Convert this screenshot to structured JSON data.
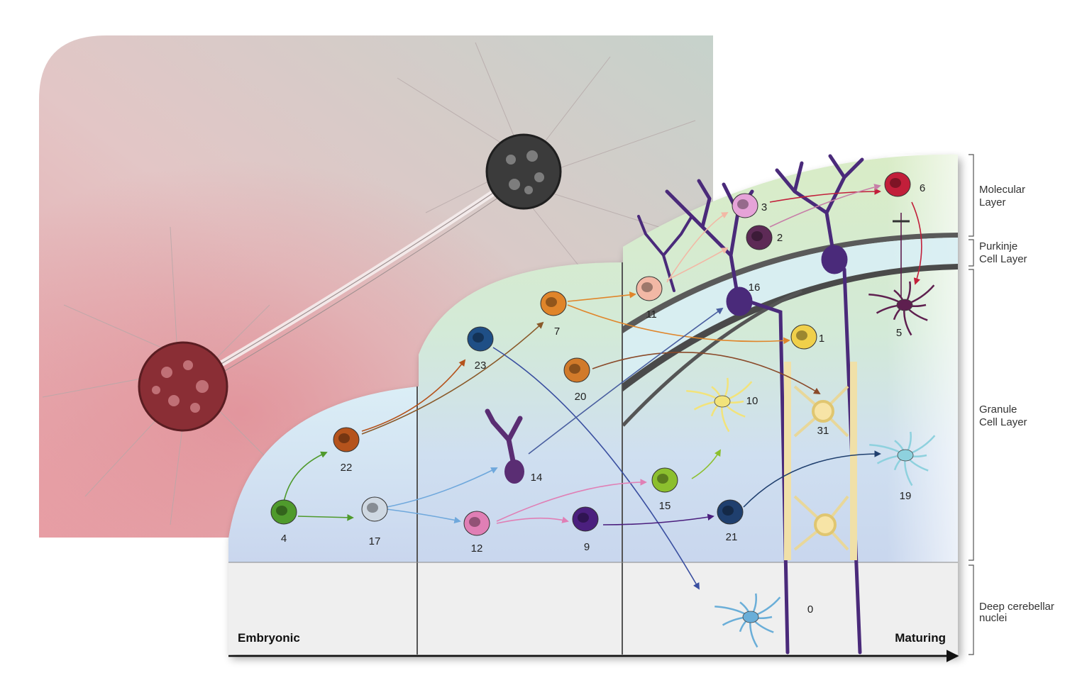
{
  "diagram": {
    "layers": {
      "molecular": [
        "Molecular",
        "Layer"
      ],
      "purkinje": [
        "Purkinje",
        "Cell Layer"
      ],
      "granule": [
        "Granule",
        "Cell Layer"
      ],
      "deep": [
        "Deep cerebellar",
        "nuclei"
      ]
    },
    "timeline": {
      "start": "Embryonic",
      "end": "Maturing"
    },
    "cells": [
      {
        "id": "c4",
        "label": "4",
        "color": "#4f9a2c"
      },
      {
        "id": "c22",
        "label": "22",
        "color": "#b5531c"
      },
      {
        "id": "c17",
        "label": "17",
        "color": "#cfd8e2"
      },
      {
        "id": "c23",
        "label": "23",
        "color": "#1f4f86"
      },
      {
        "id": "c7",
        "label": "7",
        "color": "#e0852a"
      },
      {
        "id": "c20",
        "label": "20",
        "color": "#d17a2a"
      },
      {
        "id": "c14",
        "label": "14",
        "color": "#5a2d73"
      },
      {
        "id": "c12",
        "label": "12",
        "color": "#e07fb5"
      },
      {
        "id": "c9",
        "label": "9",
        "color": "#4b1f7e"
      },
      {
        "id": "c11",
        "label": "11",
        "color": "#f2b8a5"
      },
      {
        "id": "c3",
        "label": "3",
        "color": "#e6a3d8"
      },
      {
        "id": "c2",
        "label": "2",
        "color": "#5d2a56"
      },
      {
        "id": "c6",
        "label": "6",
        "color": "#c21f3a"
      },
      {
        "id": "c16",
        "label": "16",
        "color": "#4a2a7a"
      },
      {
        "id": "c1",
        "label": "1",
        "color": "#f0d04a"
      },
      {
        "id": "c5",
        "label": "5",
        "color": "#5e1f4f"
      },
      {
        "id": "c10",
        "label": "10",
        "color": "#f2e37a"
      },
      {
        "id": "c31",
        "label": "31",
        "color": "#f5e0a0"
      },
      {
        "id": "c15",
        "label": "15",
        "color": "#8cbf2e"
      },
      {
        "id": "c21",
        "label": "21",
        "color": "#1f3f6e"
      },
      {
        "id": "c19",
        "label": "19",
        "color": "#8ed1de"
      },
      {
        "id": "c0",
        "label": "0",
        "color": "#6aaed8"
      }
    ]
  }
}
